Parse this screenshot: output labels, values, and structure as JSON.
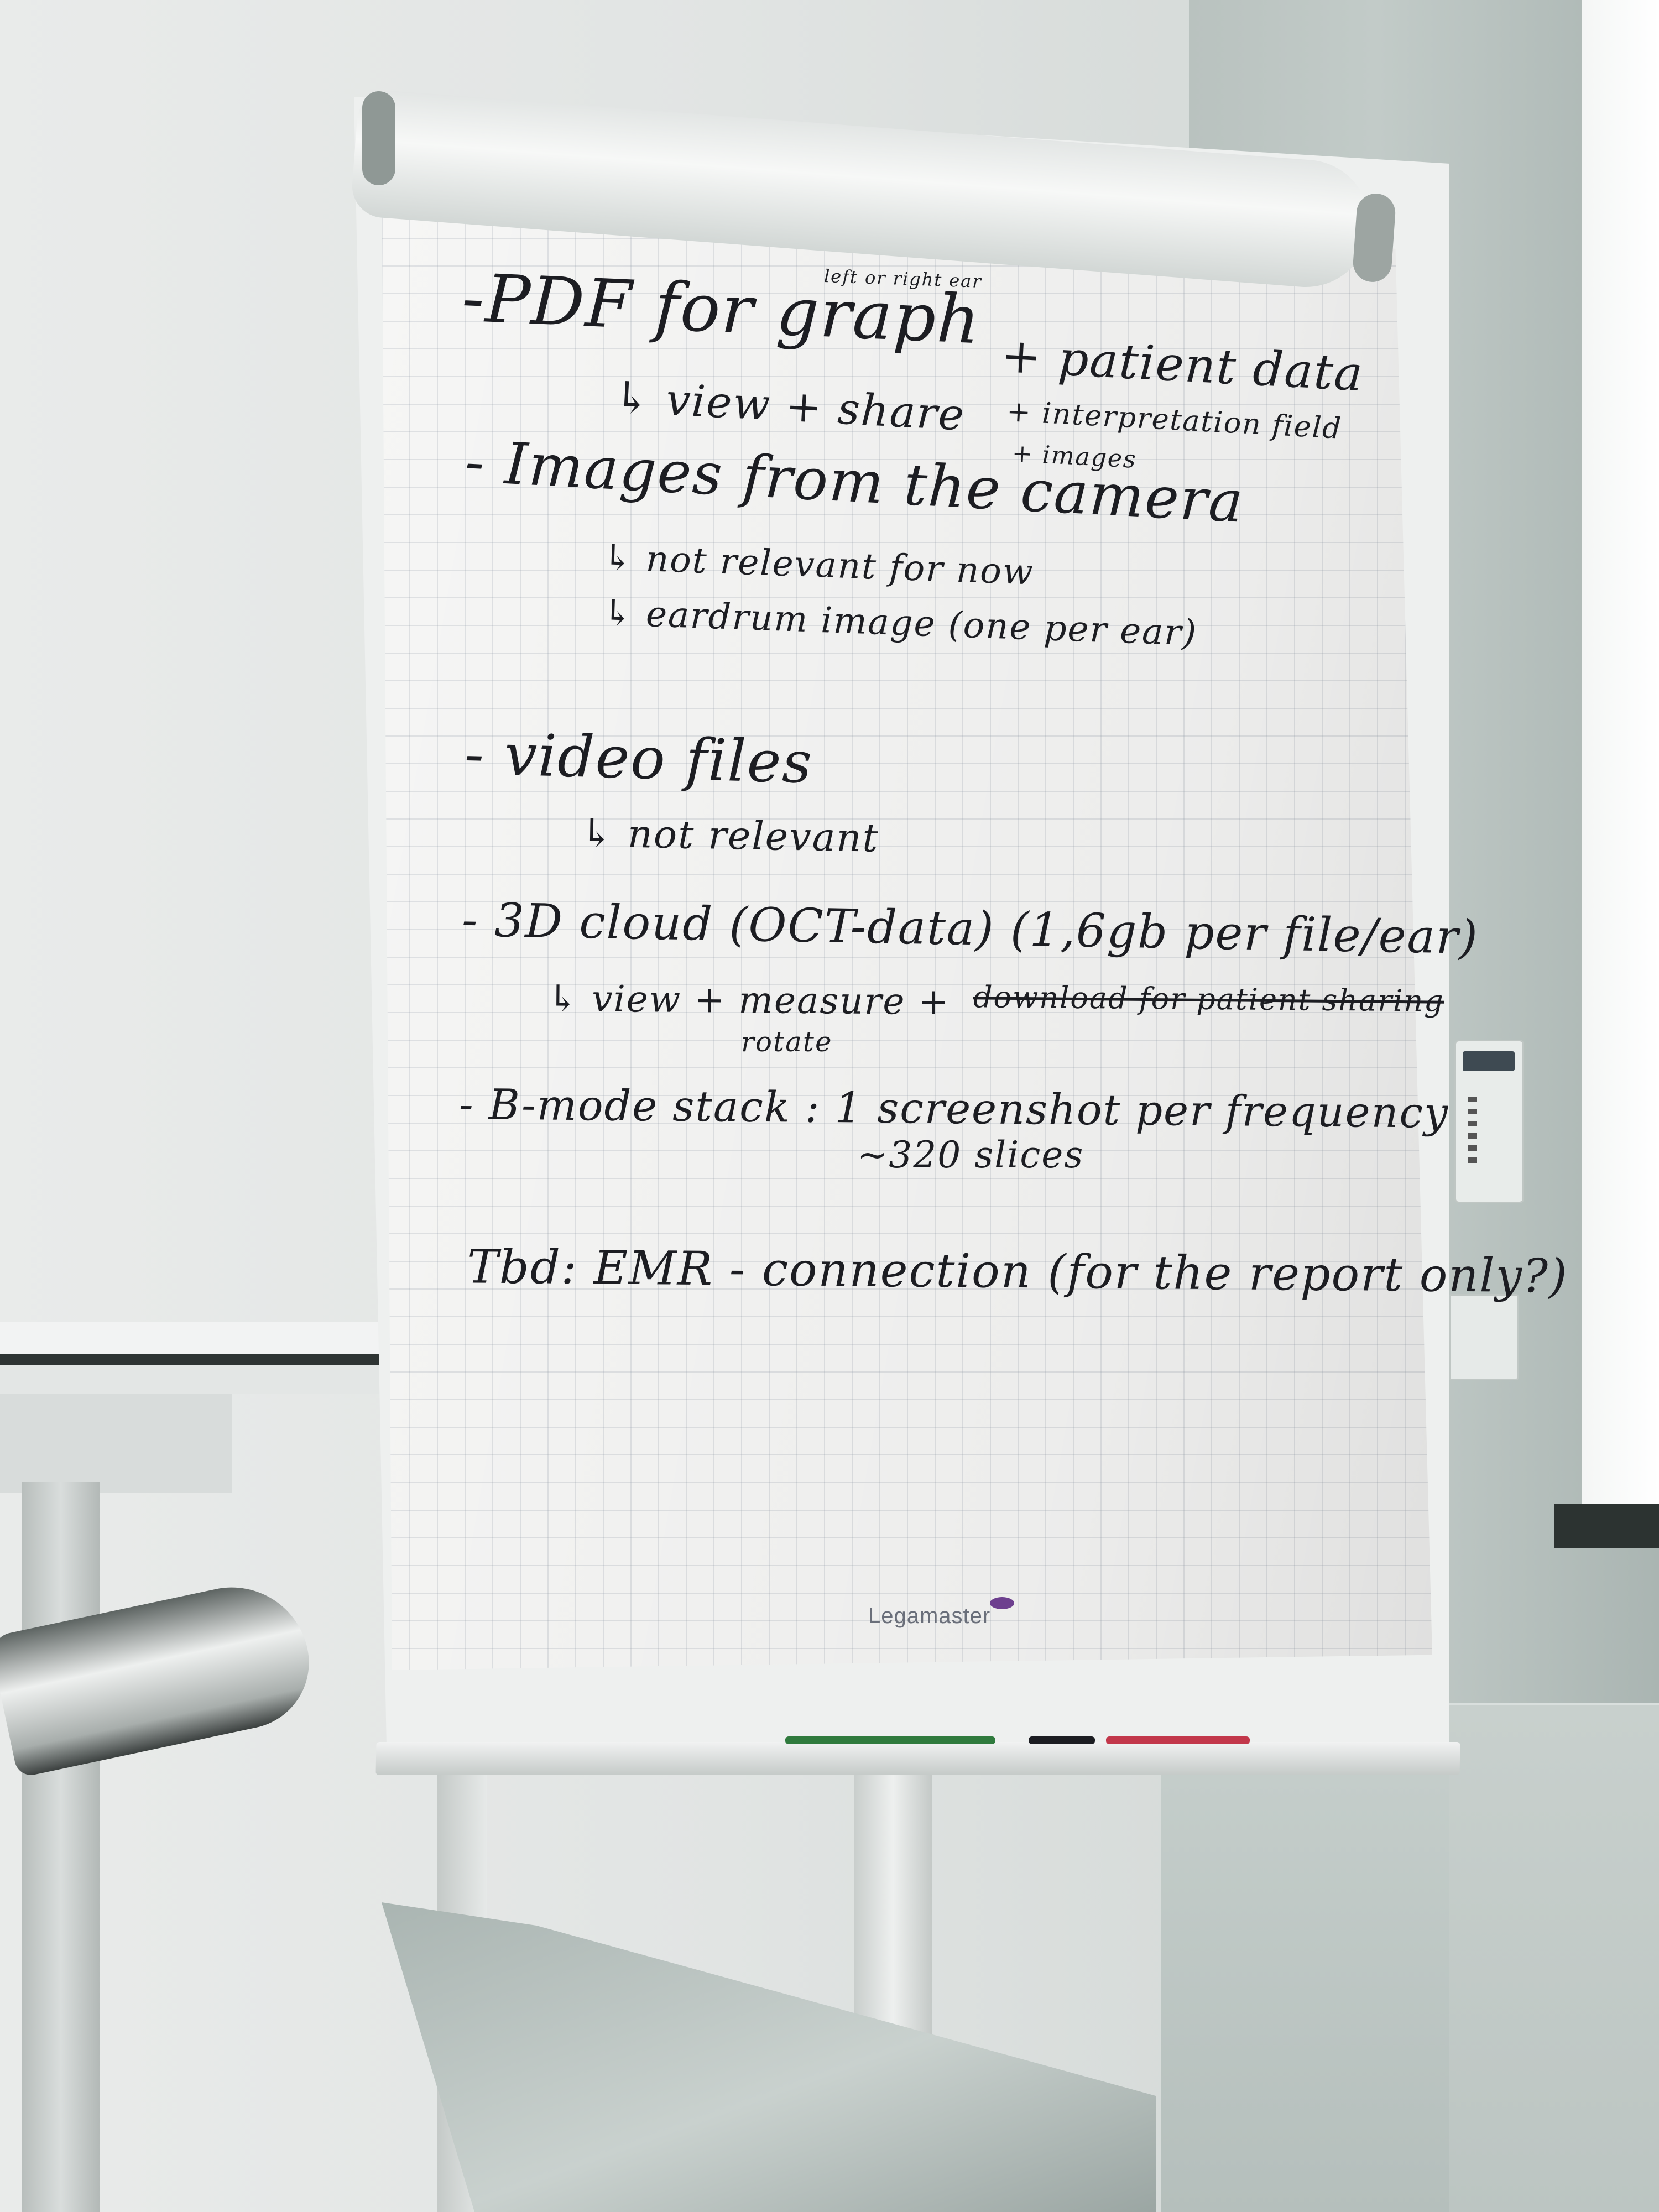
{
  "scene": {
    "description_tag": "flipchart",
    "brand": "Legamaster"
  },
  "notes": {
    "line1": "-PDF for graph",
    "line1_annot": "left or right ear",
    "line1_right": "+ patient data",
    "line2": "↳ view + share",
    "line2_right": "+ interpretation field",
    "line3_right": "+ images",
    "line4": "- Images from the camera",
    "line5": "↳ not relevant for now",
    "line6": "↳ eardrum image (one per ear)",
    "line7": "- video files",
    "line8": "↳ not relevant",
    "line9": "- 3D cloud (OCT-data) (1,6gb per file/ear)",
    "line10": "↳ view + measure +",
    "line10_strike": "download for patient sharing",
    "line11": "rotate",
    "line12": "- B-mode stack : 1 screenshot per frequency",
    "line13": "~320 slices",
    "line14": "Tbd: EMR - connection (for the report only?)"
  },
  "colors": {
    "ink": "#1c1d22",
    "brand_purple": "#6d3f8e",
    "marker_green": "#2f7a3d",
    "marker_red": "#c2374a"
  }
}
